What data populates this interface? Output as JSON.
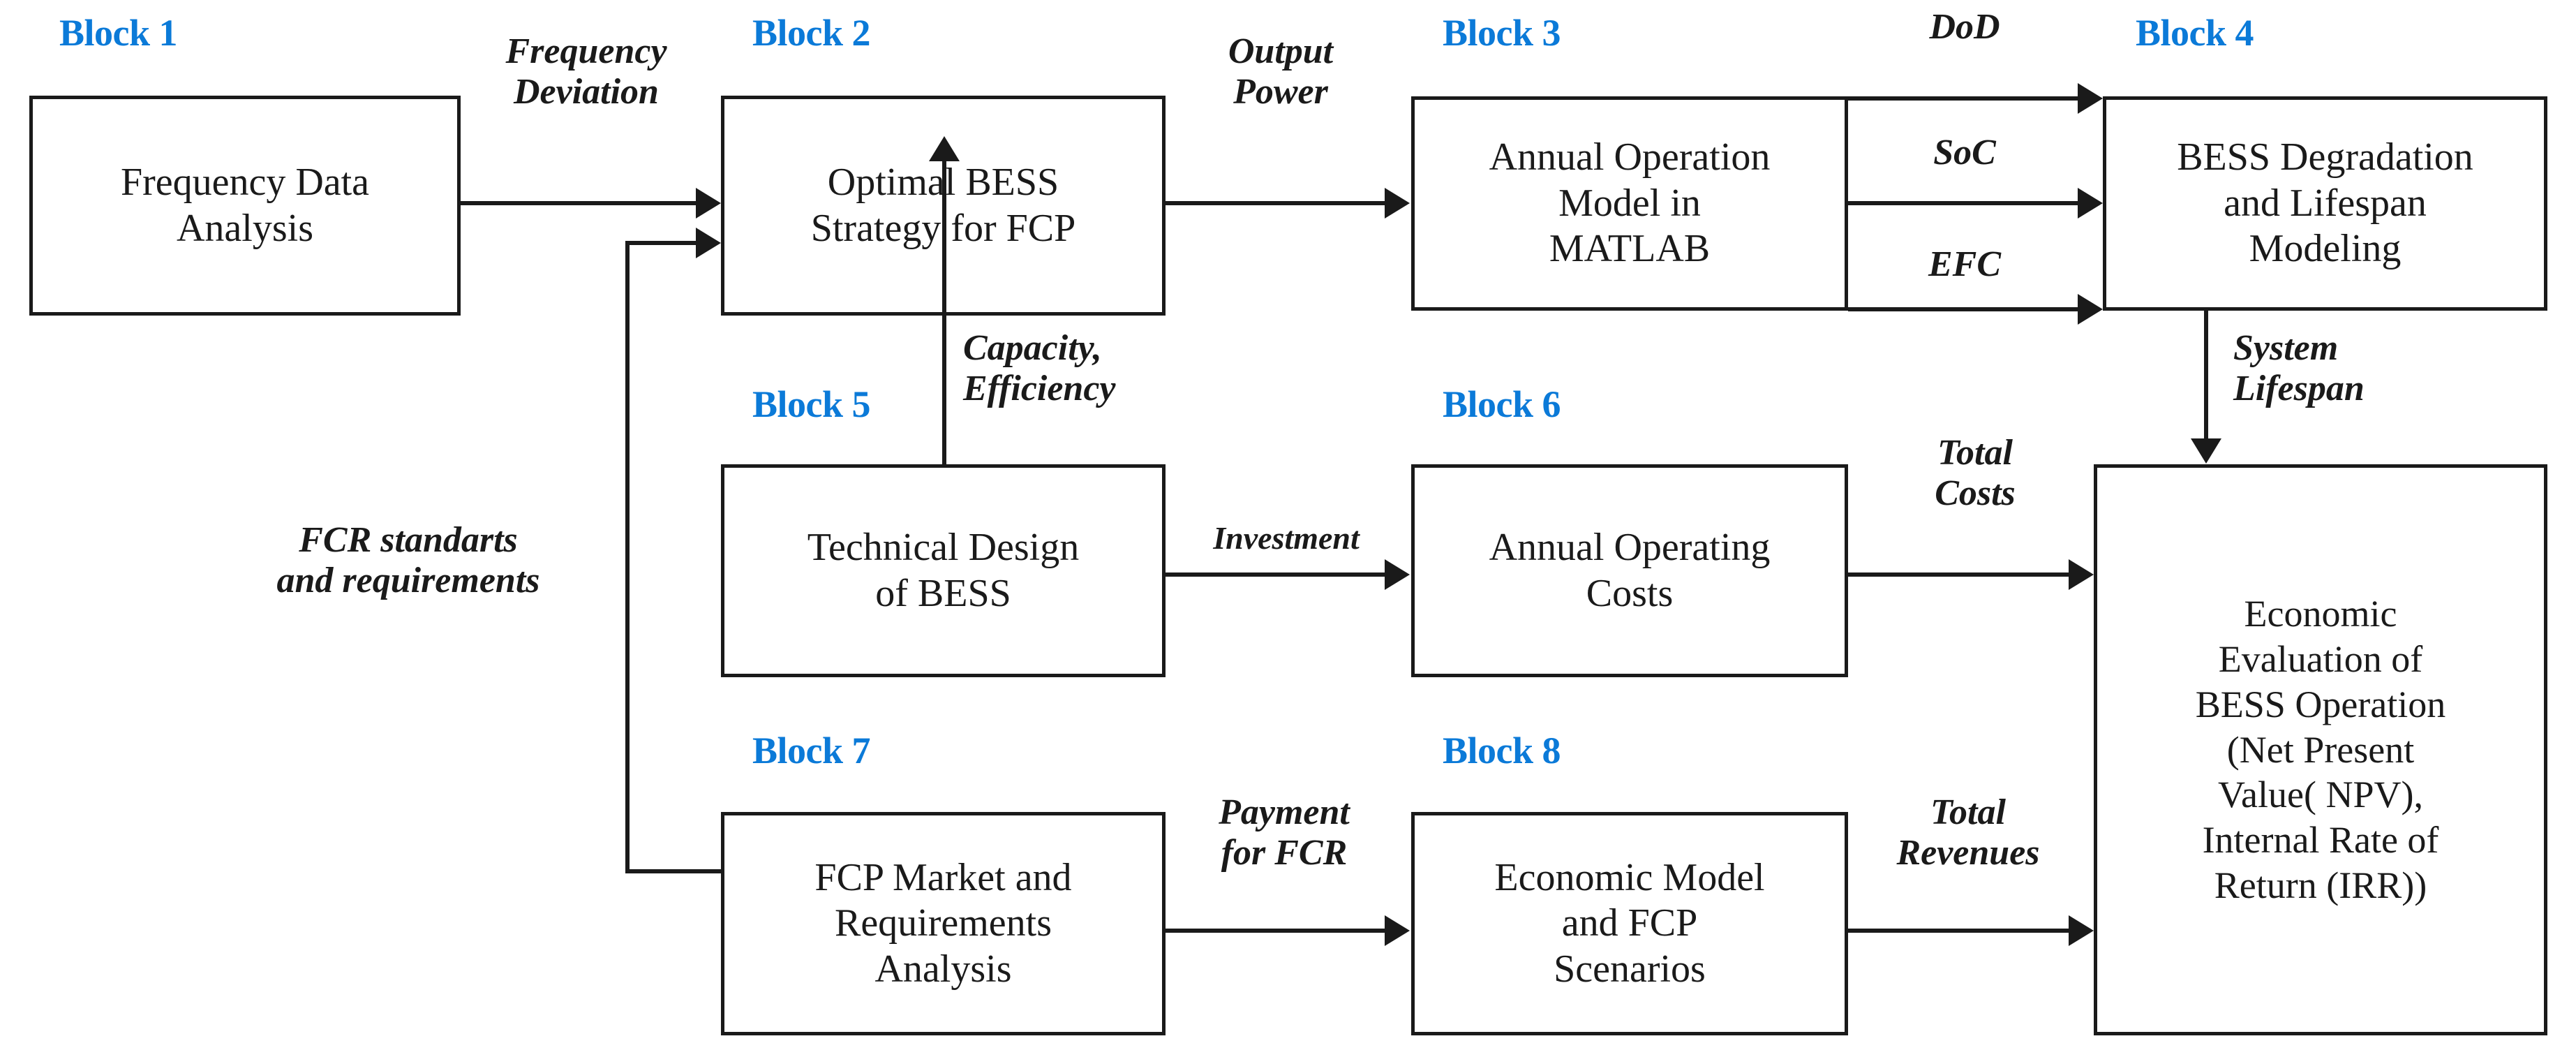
{
  "diagram": {
    "title": "BESS FCP Methodology Block Diagram",
    "accent_color": "#0b7ad8",
    "line_color": "#1a1a1a",
    "background": "#ffffff"
  },
  "blocks": [
    {
      "id": "block1",
      "caption": "Block 1",
      "text": "Frequency Data\nAnalysis"
    },
    {
      "id": "block2",
      "caption": "Block 2",
      "text": "Optimal BESS\nStrategy for FCP"
    },
    {
      "id": "block3",
      "caption": "Block 3",
      "text": "Annual Operation\nModel in\nMATLAB"
    },
    {
      "id": "block4",
      "caption": "Block 4",
      "text": "BESS Degradation\nand Lifespan\nModeling"
    },
    {
      "id": "block5",
      "caption": "Block 5",
      "text": "Technical Design\nof BESS"
    },
    {
      "id": "block6",
      "caption": "Block 6",
      "text": "Annual Operating\nCosts"
    },
    {
      "id": "block7",
      "caption": "Block 7",
      "text": "FCP Market and\nRequirements\nAnalysis"
    },
    {
      "id": "block8",
      "caption": "Block 8",
      "text": "Economic Model\nand FCP\nScenarios"
    },
    {
      "id": "economic",
      "caption": "",
      "text": "Economic\nEvaluation of\nBESS Operation\n(Net Present\nValue( NPV),\nInternal Rate of\nReturn (IRR))"
    }
  ],
  "edge_labels": {
    "frequency_deviation": "Frequency\nDeviation",
    "output_power": "Output\nPower",
    "dod": "DoD",
    "soc": "SoC",
    "efc": "EFC",
    "system_lifespan": "System\nLifespan",
    "capacity_efficiency": "Capacity,\nEfficiency",
    "fcr_standards": "FCR standarts\nand requirements",
    "investment": "Investment",
    "total_costs": "Total\nCosts",
    "payment_for_fcr": "Payment\nfor FCR",
    "total_revenues": "Total\nRevenues"
  }
}
